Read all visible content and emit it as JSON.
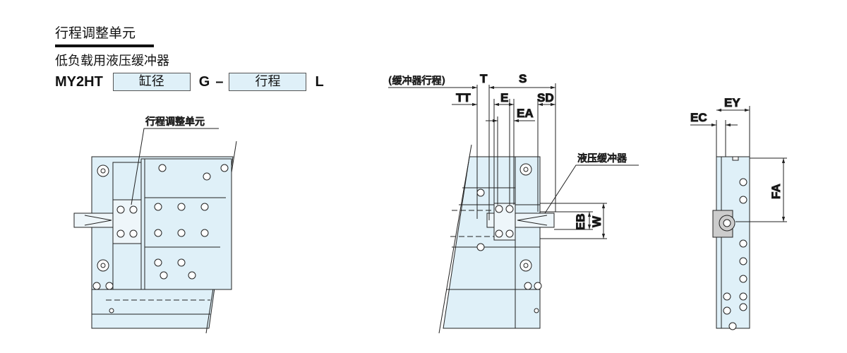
{
  "header": {
    "title": "行程调整单元",
    "subtitle": "低负载用液压缓冲器"
  },
  "model": {
    "prefix": "MY2HT",
    "bore_box": "缸径",
    "mid": "G",
    "dash": "–",
    "stroke_box": "行程",
    "suffix": "L"
  },
  "left_view": {
    "callout": "行程调整单元"
  },
  "middle_view": {
    "stroke_note": "(缓冲器行程)",
    "dims": {
      "T": "T",
      "S": "S",
      "TT": "TT",
      "E": "E",
      "SD": "SD",
      "EA": "EA",
      "EB": "EB",
      "W": "W"
    },
    "callout": "液压缓冲器"
  },
  "right_view": {
    "dims": {
      "EC": "EC",
      "EY": "EY",
      "FA": "FA"
    }
  },
  "colors": {
    "fill": "#dff0f8",
    "line": "#222222"
  }
}
